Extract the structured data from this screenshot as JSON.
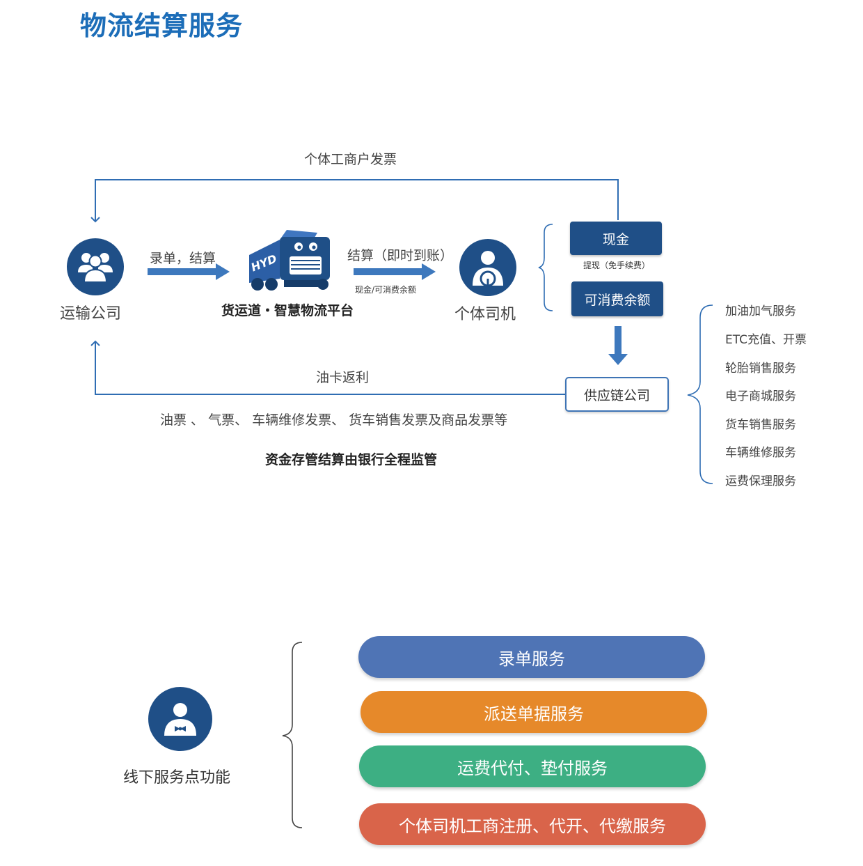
{
  "page_title": "物流结算服务",
  "flow": {
    "top_loop_label": "个体工商户发票",
    "transport_company": "运输公司",
    "arrow1_label": "录单，结算",
    "platform_name": "货运道・智慧物流平台",
    "truck_logo_text": "HYD",
    "arrow2_label": "结算（即时到账）",
    "arrow2_sublabel": "现金/可消费余额",
    "driver": "个体司机",
    "cash_box": "现金",
    "cash_note": "提现（免手续费）",
    "balance_box": "可消费余额",
    "supply_chain": "供应链公司",
    "rebate_label": "油卡返利",
    "invoice_line": "油票 、 气票、 车辆维修发票、 货车销售发票及商品发票等",
    "supervision": "资金存管结算由银行全程监管"
  },
  "services": [
    "加油加气服务",
    "ETC充值、开票",
    "轮胎销售服务",
    "电子商城服务",
    "货车销售服务",
    "车辆维修服务",
    "运费保理服务"
  ],
  "offline": {
    "label": "线下服务点功能",
    "items": [
      {
        "label": "录单服务",
        "color": "#4f74b5"
      },
      {
        "label": "派送单据服务",
        "color": "#e6892a"
      },
      {
        "label": "运费代付、垫付服务",
        "color": "#3daf83"
      },
      {
        "label": "个体司机工商注册、代开、代缴服务",
        "color": "#d9644a"
      }
    ]
  },
  "colors": {
    "line_blue": "#2f6db3",
    "dark_navy": "#1f4f87",
    "title_blue": "#1c6db8"
  }
}
